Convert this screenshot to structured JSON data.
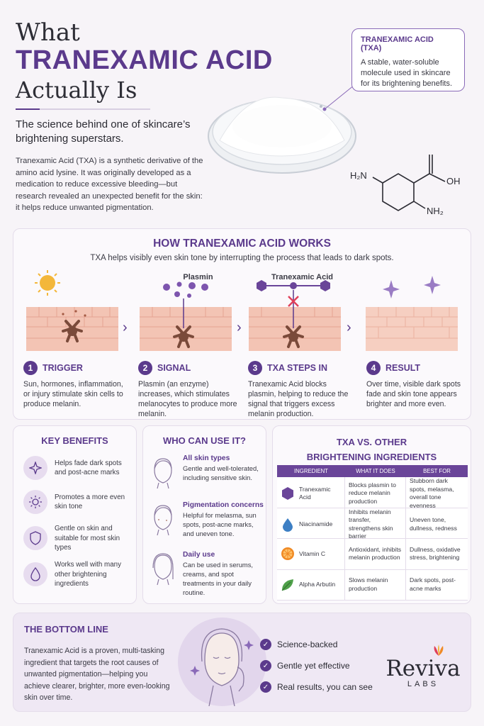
{
  "header": {
    "title_line1": "What",
    "title_line2": "TRANEXAMIC ACID",
    "title_line3": "Actually Is",
    "subtitle": "The science behind one of skincare’s brightening superstars.",
    "intro": "Tranexamic Acid (TXA) is a synthetic derivative of the amino acid lysine. It was originally developed as a medication to reduce excessive bleeding—but research revealed an unexpected benefit for the skin: it helps reduce unwanted pigmentation."
  },
  "callout": {
    "title": "TRANEXAMIC ACID (TXA)",
    "text": "A stable, water-soluble molecule used in skincare for its brightening benefits."
  },
  "molecule": {
    "label_h2n": "H₂N",
    "label_oh": "OH",
    "label_nh2": "NH₂"
  },
  "how": {
    "title": "HOW TRANEXAMIC ACID WORKS",
    "subtitle": "TXA helps visibly even skin tone by interrupting the process that leads to dark spots.",
    "plasmin_label": "Plasmin",
    "txa_label": "Tranexamic Acid",
    "steps": [
      {
        "num": "1",
        "title": "TRIGGER",
        "text": "Sun, hormones, inflammation, or injury stimulate skin cells to produce melanin."
      },
      {
        "num": "2",
        "title": "SIGNAL",
        "text": "Plasmin (an enzyme) increases, which stimulates melanocytes to produce more melanin."
      },
      {
        "num": "3",
        "title": "TXA STEPS IN",
        "text": "Tranexamic Acid blocks plasmin, helping to reduce the signal that triggers excess melanin production."
      },
      {
        "num": "4",
        "title": "RESULT",
        "text": "Over time, visible dark spots fade and skin tone appears brighter and more even."
      }
    ]
  },
  "benefits": {
    "title": "KEY BENEFITS",
    "items": [
      {
        "icon": "sparkle-icon",
        "text": "Helps fade dark spots and post-acne marks"
      },
      {
        "icon": "sun-icon",
        "text": "Promotes a more even skin tone"
      },
      {
        "icon": "shield-icon",
        "text": "Gentle on skin and suitable for most skin types"
      },
      {
        "icon": "drop-icon",
        "text": "Works well with many other brightening ingredients"
      }
    ]
  },
  "who": {
    "title": "WHO CAN USE IT?",
    "items": [
      {
        "title": "All skin types",
        "text": "Gentle and well-tolerated, including sensitive skin."
      },
      {
        "title": "Pigmentation concerns",
        "text": "Helpful for melasma, sun spots, post-acne marks, and uneven tone."
      },
      {
        "title": "Daily use",
        "text": "Can be used in serums, creams, and spot treatments in your daily routine."
      }
    ]
  },
  "vs": {
    "title_line1": "TXA VS. OTHER",
    "title_line2": "BRIGHTENING INGREDIENTS",
    "headers": [
      "INGREDIENT",
      "WHAT IT DOES",
      "BEST FOR"
    ],
    "rows": [
      {
        "icon": "hexagon-icon",
        "ingredient": "Tranexamic Acid",
        "does": "Blocks plasmin to reduce melanin production",
        "best": "Stubborn dark spots, melasma, overall tone evenness"
      },
      {
        "icon": "water-drop-icon",
        "ingredient": "Niacinamide",
        "does": "Inhibits melanin transfer, strengthens skin barrier",
        "best": "Uneven tone, dullness, redness"
      },
      {
        "icon": "orange-slice-icon",
        "ingredient": "Vitamin C",
        "does": "Antioxidant, inhibits melanin production",
        "best": "Dullness, oxidative stress, brightening"
      },
      {
        "icon": "leaf-icon",
        "ingredient": "Alpha Arbutin",
        "does": "Slows melanin production",
        "best": "Dark spots, post-acne marks"
      }
    ]
  },
  "bottom": {
    "title": "THE BOTTOM LINE",
    "text": "Tranexamic Acid is a proven, multi-tasking ingredient that targets the root causes of unwanted pigmentation—helping you achieve clearer, brighter, more even-looking skin over time.",
    "checks": [
      "Science-backed",
      "Gentle yet effective",
      "Real results, you can see"
    ]
  },
  "logo": {
    "name": "Reviva",
    "sub": "LABS"
  },
  "colors": {
    "accent": "#5b3a8c",
    "skin": "#f3c4b4",
    "melanin": "#7a4a3a"
  }
}
